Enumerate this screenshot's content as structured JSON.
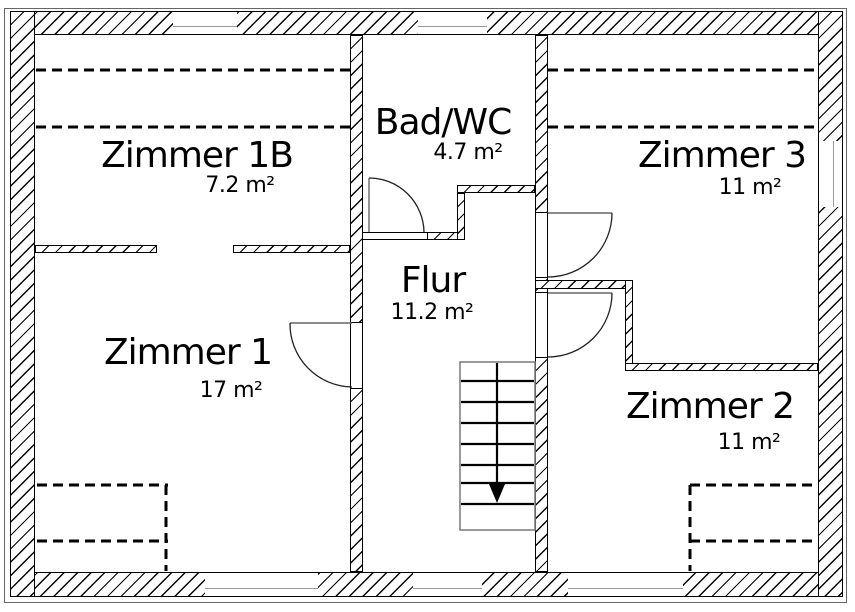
{
  "rooms": [
    {
      "id": "zimmer-1b",
      "name": "Zimmer 1B",
      "area": "7.2 m²"
    },
    {
      "id": "bad-wc",
      "name": "Bad/WC",
      "area": "4.7 m²"
    },
    {
      "id": "zimmer-3",
      "name": "Zimmer 3",
      "area": "11 m²"
    },
    {
      "id": "zimmer-1",
      "name": "Zimmer 1",
      "area": "17 m²"
    },
    {
      "id": "flur",
      "name": "Flur",
      "area": "11.2 m²"
    },
    {
      "id": "zimmer-2",
      "name": "Zimmer 2",
      "area": "11 m²"
    }
  ],
  "stairs": {
    "icon": "stairs-down-arrow",
    "direction": "down"
  },
  "counts": {
    "windows": 6,
    "doors": 4,
    "rooms": 6
  },
  "colors": {
    "wall_line": "#000000",
    "hatch": "#000000",
    "stair_outline": "#808080",
    "door_leaf": "#666666",
    "dashed_line": "#000000",
    "background": "#ffffff"
  }
}
